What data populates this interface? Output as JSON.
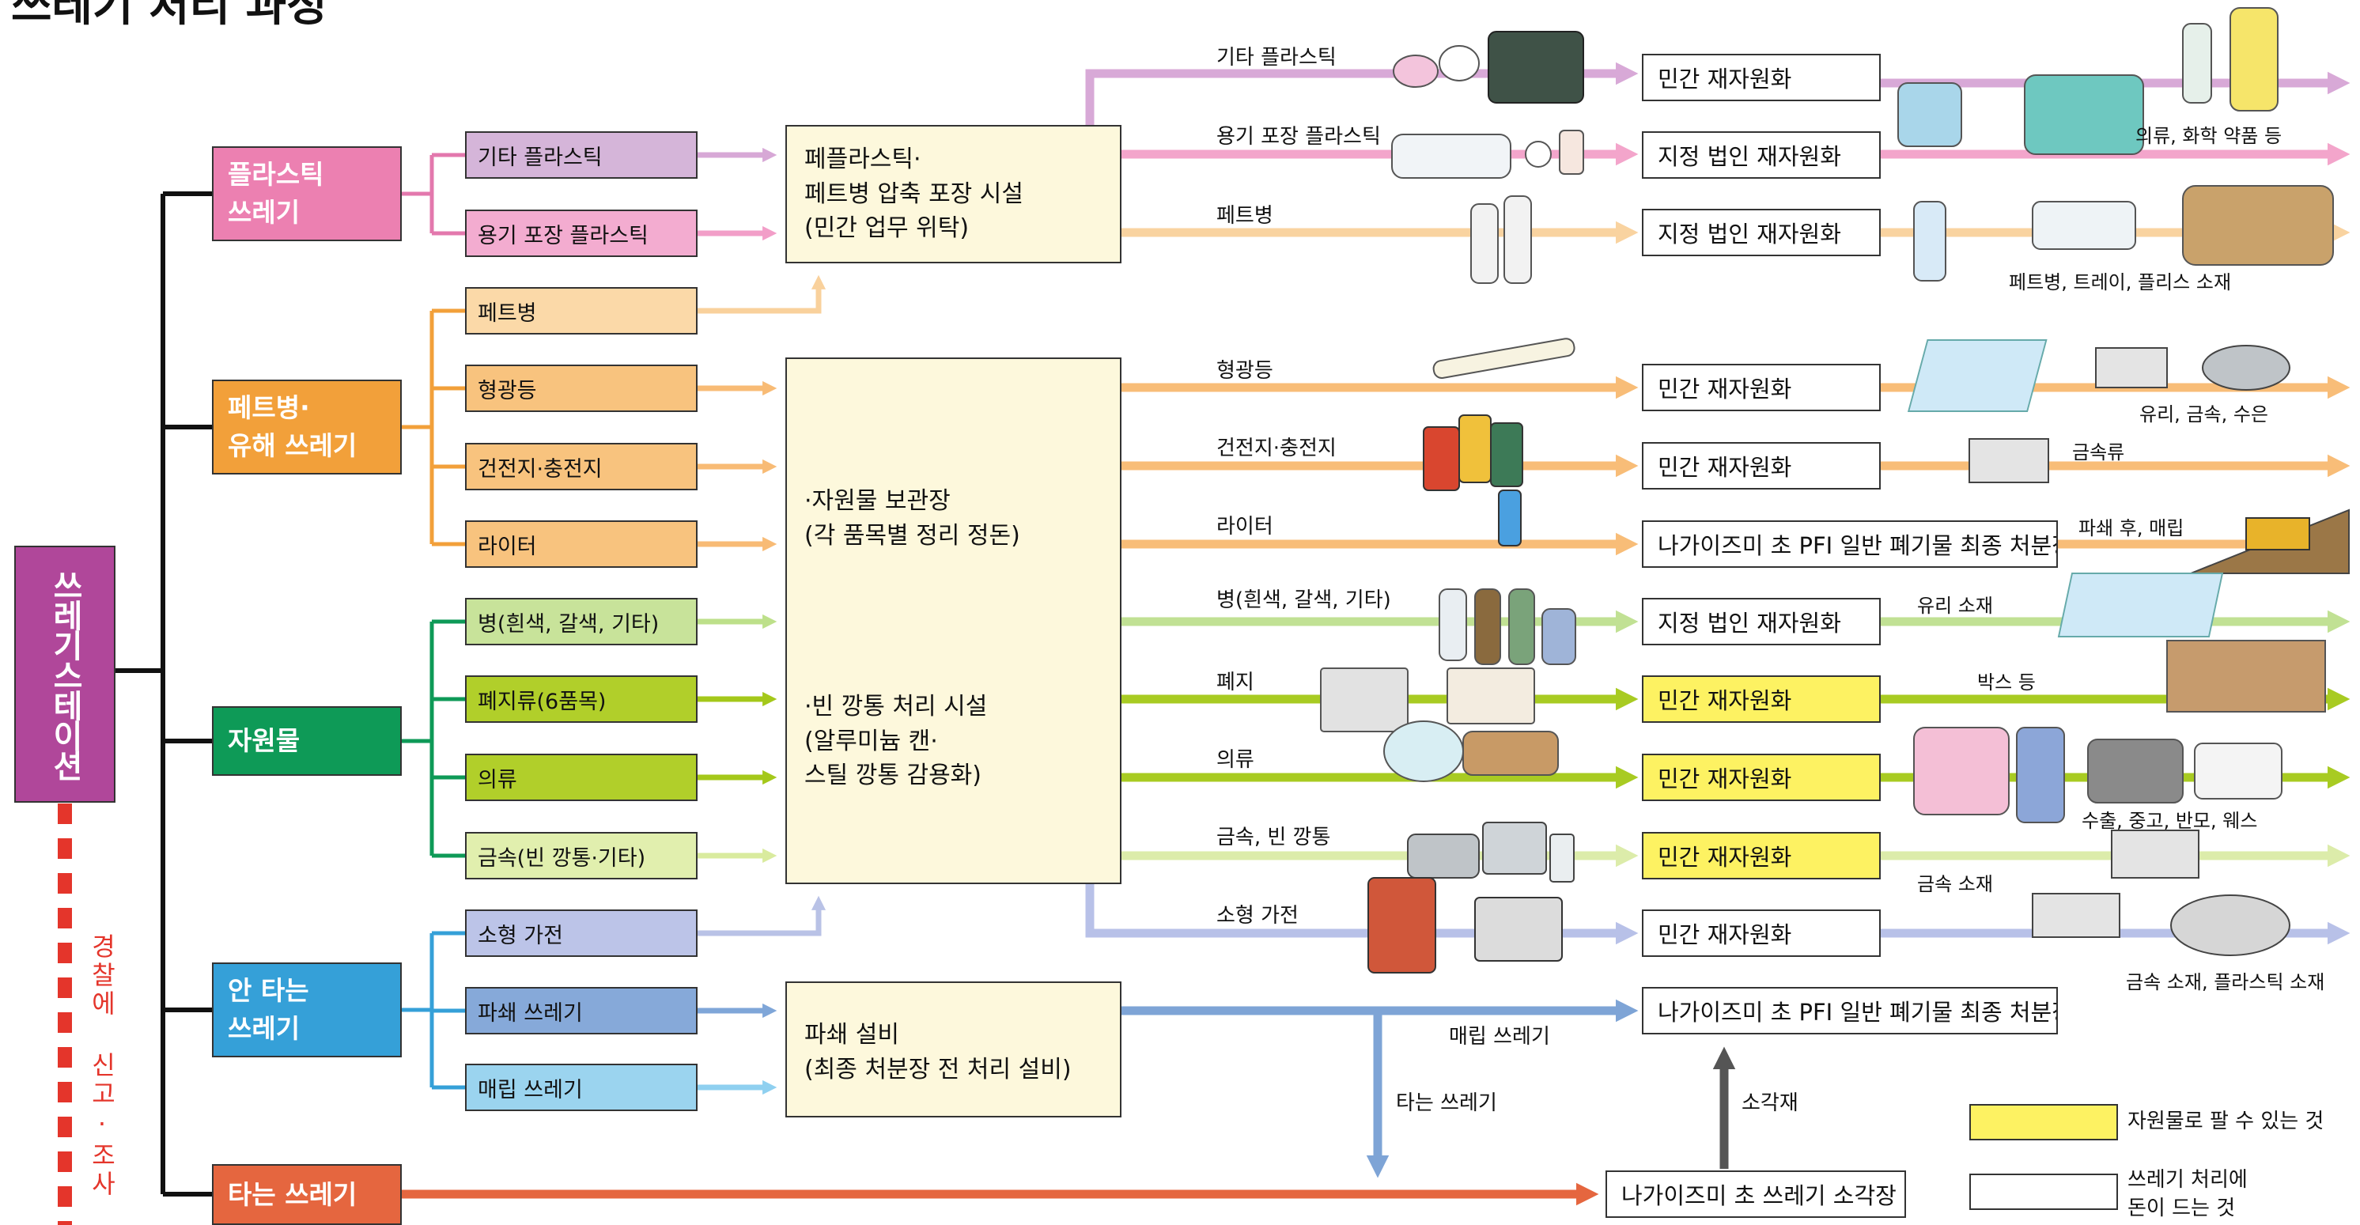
{
  "title": "쓰레기 처리 과정",
  "station": "쓰레기스테이션",
  "police_note": "경찰에 신고·조사",
  "categories": {
    "plastic": "플라스틱\n쓰레기",
    "pet_hazard": "페트병·\n유해 쓰레기",
    "resource": "자원물",
    "nonburnable": "안 타는\n쓰레기",
    "burnable": "타는 쓰레기"
  },
  "items": {
    "other_plastic": "기타 플라스틱",
    "container_plastic": "용기 포장 플라스틱",
    "pet": "페트병",
    "fluorescent": "형광등",
    "battery": "건전지·충전지",
    "lighter": "라이터",
    "bottle": "병(흰색, 갈색, 기타)",
    "paper": "폐지류(6품목)",
    "clothing": "의류",
    "metal": "금속(빈 깡통·기타)",
    "small_appliance": "소형 가전",
    "crushed": "파쇄 쓰레기",
    "landfill": "매립 쓰레기"
  },
  "facilities": {
    "plastic_compress": "페플라스틱·\n페트병 압축 포장 시설\n(민간 업무 위탁)",
    "storage": "·자원물 보관장\n  (각 품목별 정리 정돈)",
    "can_processing": "·빈 깡통 처리 시설\n  (알루미늄 캔·\n  스틸 깡통 감용화)",
    "crushing": "파쇄 설비\n(최종 처분장 전 처리 설비)"
  },
  "flow_labels": {
    "other_plastic": "기타 플라스틱",
    "container_plastic": "용기 포장 플라스틱",
    "pet": "페트병",
    "fluorescent": "형광등",
    "battery": "건전지·충전지",
    "lighter": "라이터",
    "bottle": "병(흰색, 갈색, 기타)",
    "paper": "폐지",
    "clothing": "의류",
    "metal": "금속, 빈 깡통",
    "small_appliance": "소형 가전",
    "landfill_waste": "매립 쓰레기",
    "burnable_waste": "타는 쓰레기",
    "incineration_ash": "소각재"
  },
  "destinations": {
    "d1": "민간 재자원화",
    "d2": "지정 법인 재자원화",
    "d3": "지정 법인 재자원화",
    "d4": "민간 재자원화",
    "d5": "민간 재자원화",
    "d6": "나가이즈미 초 PFI 일반 폐기물 최종 처분장",
    "d7": "지정 법인 재자원화",
    "d8": "민간 재자원화",
    "d9": "민간 재자원화",
    "d10": "민간 재자원화",
    "d11": "민간 재자원화",
    "d12": "나가이즈미 초 PFI 일반 폐기물 최종 처분장",
    "incinerator": "나가이즈미 초 쓰레기 소각장"
  },
  "outputs": {
    "o1": "의류, 화학 약품 등",
    "o2": "페트병, 트레이, 플리스 소재",
    "o3": "유리, 금속, 수은",
    "o4": "금속류",
    "o5": "파쇄 후, 매립",
    "o6": "유리 소재",
    "o7": "박스 등",
    "o8": "수출, 중고, 반모, 웨스",
    "o9": "금속 소재",
    "o10": "금속 소재, 플라스틱 소재"
  },
  "legend": {
    "sellable": "자원물로 팔 수 있는 것",
    "costly": "쓰레기 처리에\n돈이 드는 것"
  },
  "colors": {
    "plastic_cat": "#ec80b1",
    "pet_cat": "#f2a03a",
    "resource_cat": "#0e9a57",
    "nonburn_cat": "#35a0d8",
    "burn_cat": "#e5663f",
    "sellable": "#fdf262"
  }
}
